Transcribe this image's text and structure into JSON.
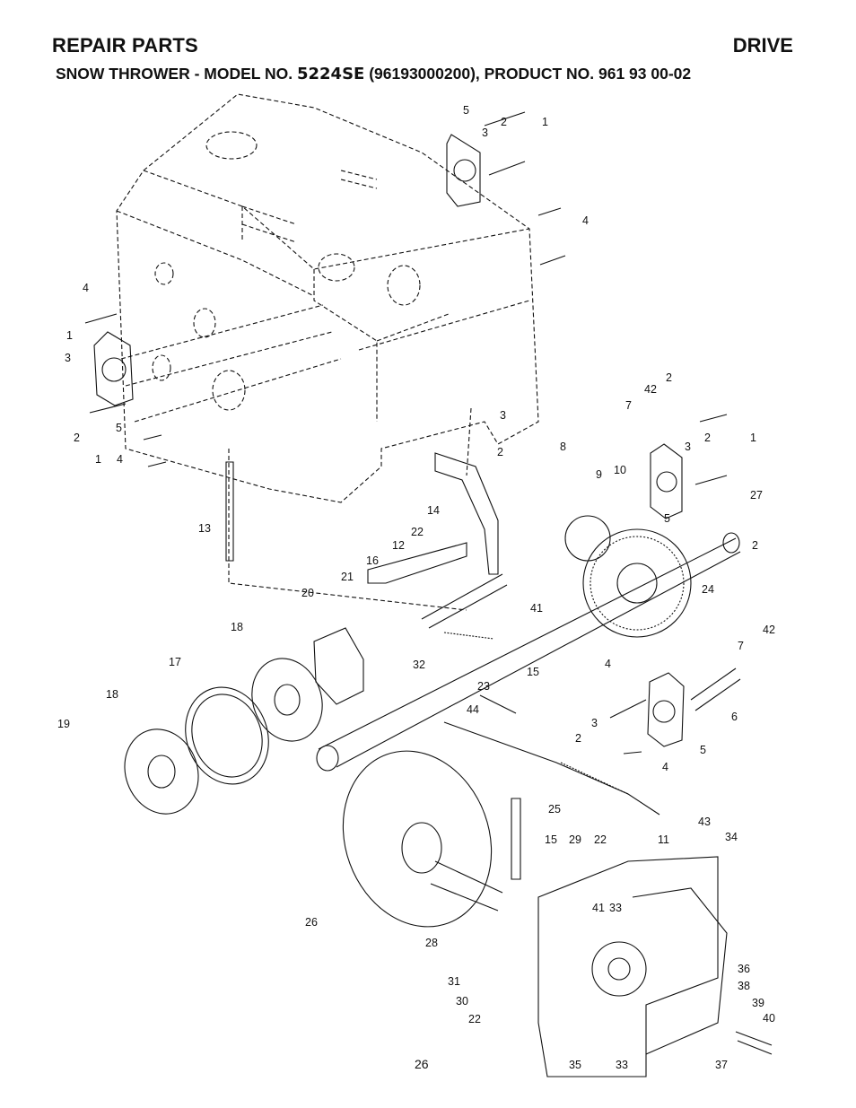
{
  "header": {
    "left": "REPAIR PARTS",
    "right": "DRIVE",
    "subtitle_pre": "SNOW THROWER - MODEL NO. ",
    "model": "5224SE",
    "subtitle_post": " (96193000200), PRODUCT NO. 961 93 00-02"
  },
  "page_number": "26",
  "callouts": [
    "5",
    "2",
    "1",
    "3",
    "4",
    "4",
    "1",
    "3",
    "5",
    "2",
    "1",
    "4",
    "2",
    "42",
    "7",
    "3",
    "8",
    "2",
    "1",
    "3",
    "2",
    "9",
    "10",
    "5",
    "14",
    "27",
    "13",
    "22",
    "12",
    "16",
    "2",
    "24",
    "21",
    "20",
    "41",
    "42",
    "7",
    "18",
    "17",
    "32",
    "23",
    "15",
    "4",
    "6",
    "18",
    "44",
    "3",
    "5",
    "2",
    "4",
    "19",
    "43",
    "25",
    "11",
    "15",
    "29",
    "22",
    "34",
    "41",
    "33",
    "26",
    "28",
    "36",
    "38",
    "39",
    "31",
    "30",
    "40",
    "22",
    "35",
    "33",
    "37"
  ],
  "colors": {
    "ink": "#111111",
    "paper": "#ffffff"
  }
}
